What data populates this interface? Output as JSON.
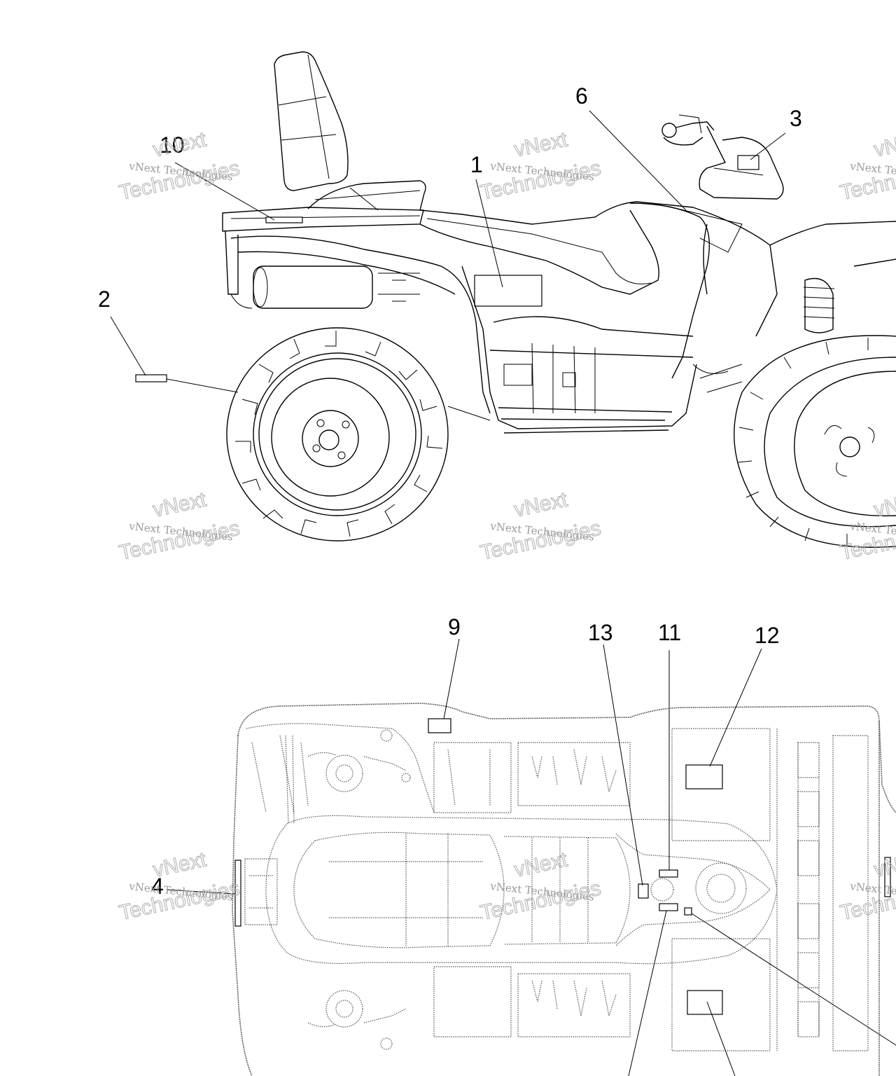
{
  "callouts": {
    "c1": "1",
    "c2": "2",
    "c3": "3",
    "c4": "4",
    "c6": "6",
    "c9": "9",
    "c10": "10",
    "c11": "11",
    "c12": "12",
    "c13": "13"
  },
  "watermark": {
    "line1": "vNext Technologies",
    "big_top": "vNext",
    "big_bottom": "Technologies"
  }
}
